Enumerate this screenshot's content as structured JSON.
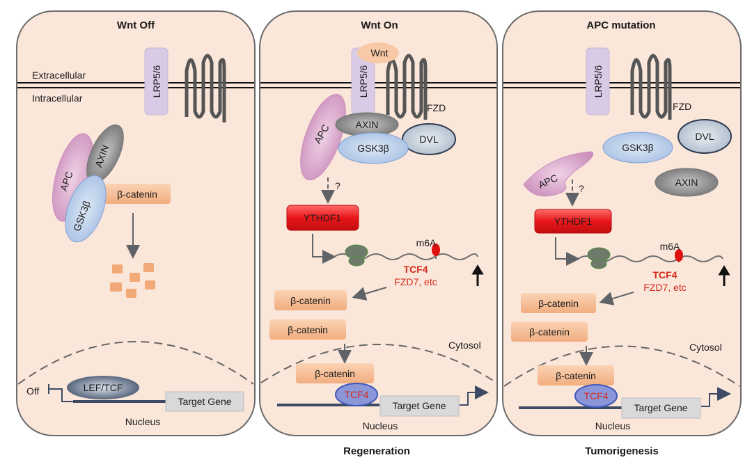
{
  "figure": {
    "panels": [
      {
        "title": "Wnt Off",
        "membrane": {
          "extracellular": "Extracellular",
          "intracellular": "Intracellular"
        },
        "receptor": "LRP5/6",
        "complex": {
          "apc": "APC",
          "axin": "AXIN",
          "gsk": "GSK3β",
          "catenin": "β-catenin"
        },
        "nucleus": {
          "off_label": "Off",
          "factor": "LEF/TCF",
          "gene": "Target Gene",
          "label": "Nucleus"
        }
      },
      {
        "title": "Wnt On",
        "ligand": "Wnt",
        "receptor": "LRP5/6",
        "fzd": "FZD",
        "complex": {
          "apc": "APC",
          "axin": "AXIN",
          "gsk": "GSK3β",
          "dvl": "DVL"
        },
        "question": "?",
        "reader": "YTHDF1",
        "mark": "m6A",
        "targets_bold": "TCF4",
        "targets": "FZD7, etc",
        "catenin": [
          "β-catenin",
          "β-catenin",
          "β-catenin"
        ],
        "cytosol": "Cytosol",
        "nucleus": {
          "factor": "TCF4",
          "gene": "Target Gene",
          "label": "Nucleus"
        },
        "outcome": "Regeneration"
      },
      {
        "title": "APC mutation",
        "receptor": "LRP5/6",
        "fzd": "FZD",
        "complex": {
          "apc": "APC",
          "axin": "AXIN",
          "gsk": "GSK3β",
          "dvl": "DVL"
        },
        "question": "?",
        "reader": "YTHDF1",
        "mark": "m6A",
        "targets_bold": "TCF4",
        "targets": "FZD7, etc",
        "catenin": [
          "β-catenin",
          "β-catenin",
          "β-catenin"
        ],
        "cytosol": "Cytosol",
        "nucleus": {
          "factor": "TCF4",
          "gene": "Target Gene",
          "label": "Nucleus"
        },
        "outcome": "Tumorigenesis"
      }
    ],
    "colors": {
      "cell_fill": "#fbe6da",
      "cell_stroke": "#6b6b6b",
      "apc": "#d9a6cc",
      "axin": "#8f8f8f",
      "gsk": "#b9cde8",
      "dvl": "#c5d0dc",
      "catenin": "#f5b98e",
      "lrp": "#d9cbe6",
      "ythdf1": "#e8161a",
      "ribosome": "#6e7a6a",
      "m6a": "#e0100f",
      "target_red": "#d42a1a",
      "tcf4_fill": "#8b96d8",
      "gene_box": "#d9d9d9"
    }
  }
}
